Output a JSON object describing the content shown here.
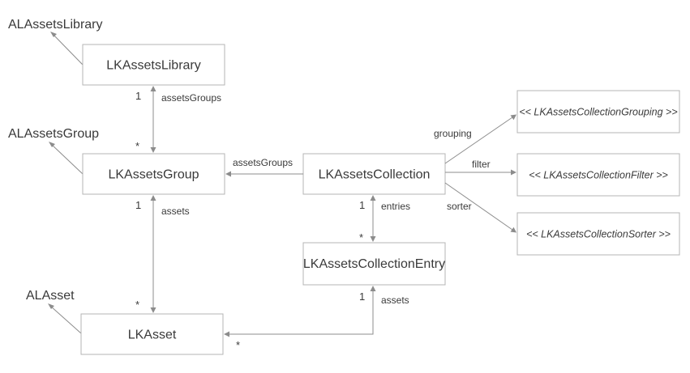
{
  "external": {
    "alassets_library": "ALAssetsLibrary",
    "alassets_group": "ALAssetsGroup",
    "alasset": "ALAsset"
  },
  "classes": {
    "lk_assets_library": "LKAssetsLibrary",
    "lk_assets_group": "LKAssetsGroup",
    "lk_asset": "LKAsset",
    "lk_assets_collection": "LKAssetsCollection",
    "lk_assets_collection_entry": "LKAssetsCollectionEntry"
  },
  "protocols": {
    "grouping": "<< LKAssetsCollectionGrouping >>",
    "filter": "<< LKAssetsCollectionFilter >>",
    "sorter": "<< LKAssetsCollectionSorter >>"
  },
  "relations": {
    "library_groups": {
      "label": "assetsGroups",
      "mult_source": "1",
      "mult_target": "*"
    },
    "collection_groups": {
      "label": "assetsGroups"
    },
    "group_assets": {
      "label": "assets",
      "mult_source": "1",
      "mult_target": "*"
    },
    "collection_entries": {
      "label": "entries",
      "mult_source": "1",
      "mult_target": "*"
    },
    "entry_assets": {
      "label": "assets",
      "mult_source": "1",
      "mult_target": "*"
    },
    "grouping": {
      "label": "grouping"
    },
    "filter": {
      "label": "filter"
    },
    "sorter": {
      "label": "sorter"
    }
  }
}
